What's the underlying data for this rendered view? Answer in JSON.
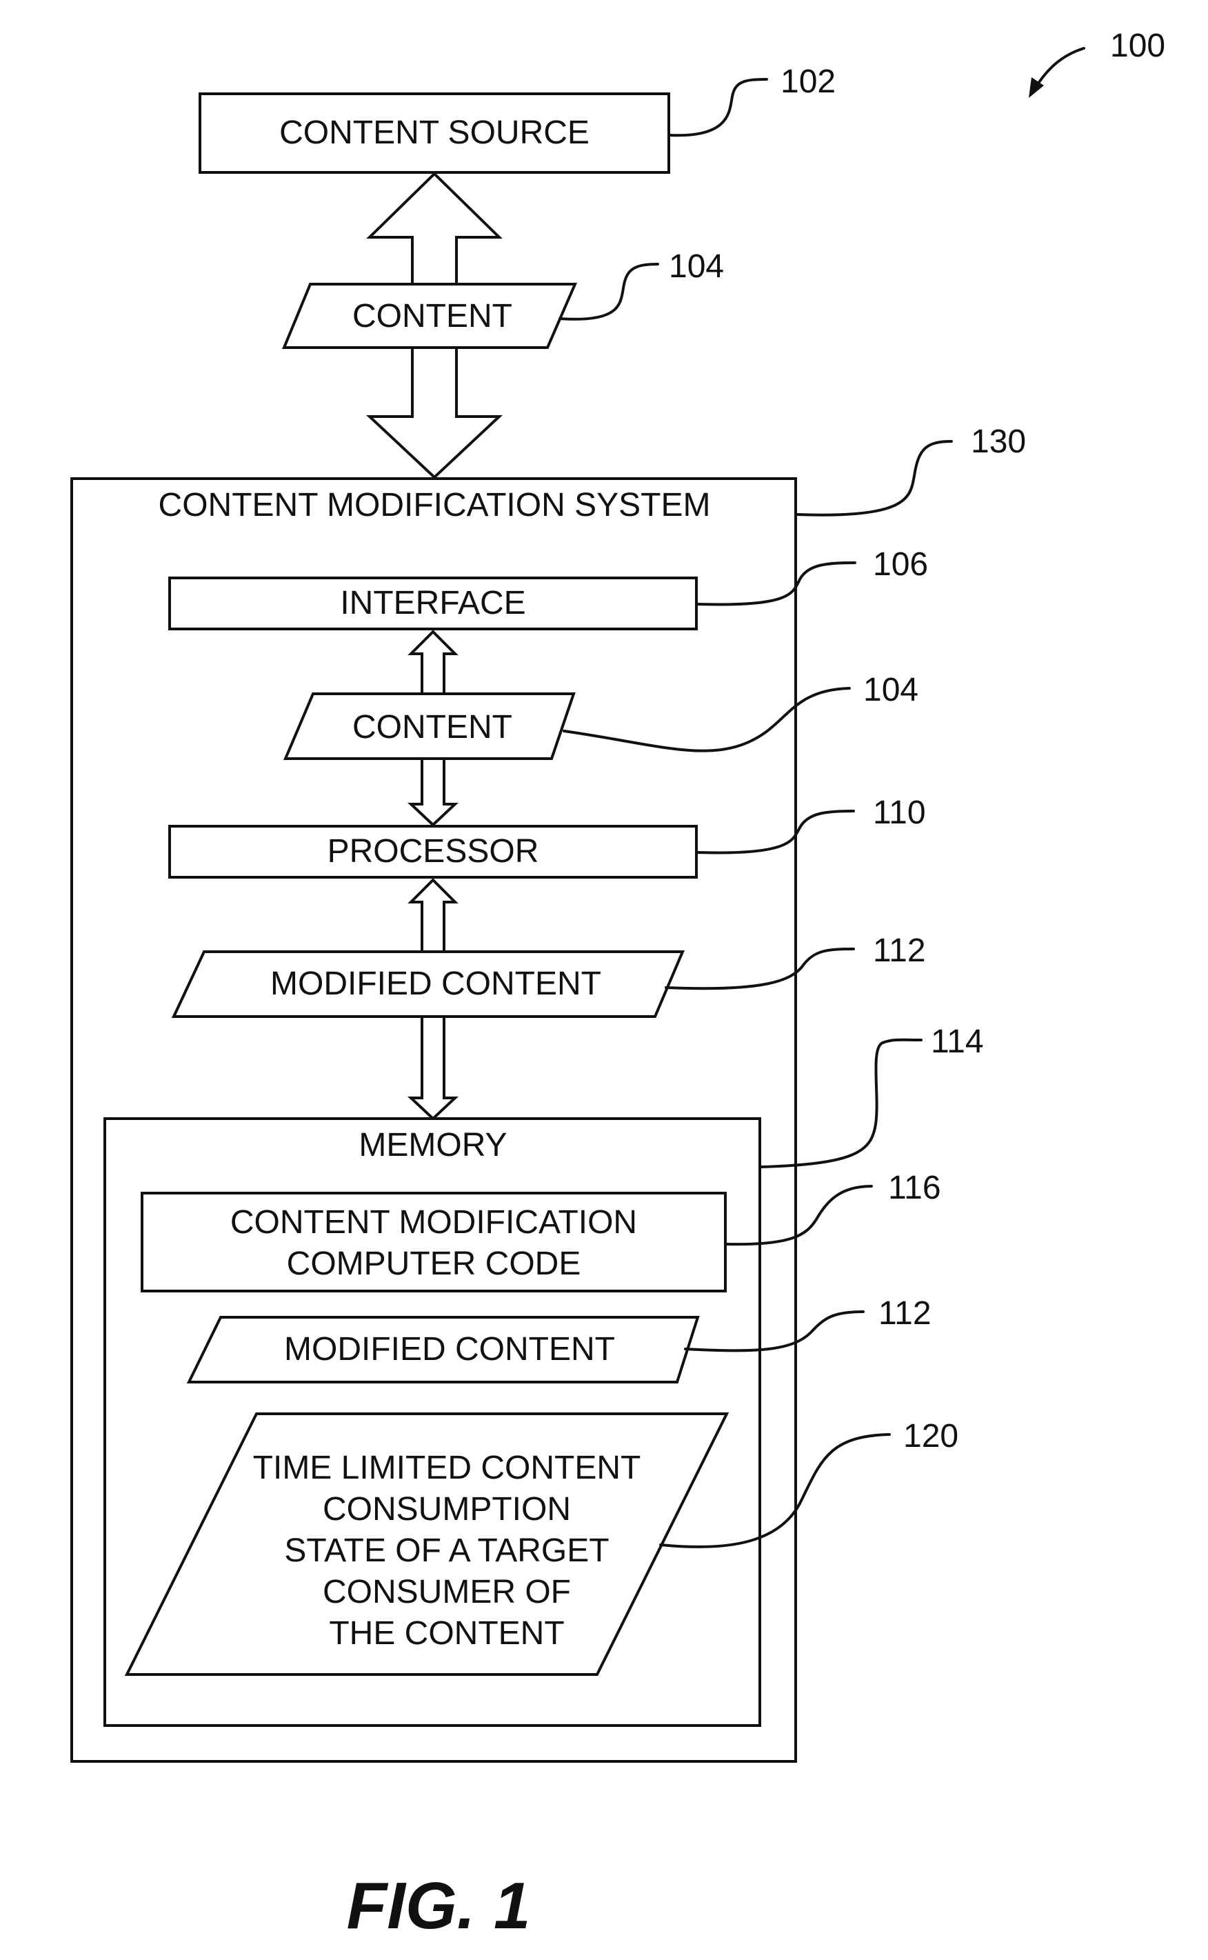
{
  "figure": {
    "title": "FIG. 1",
    "system_ref": "100"
  },
  "nodes": {
    "content_source": {
      "label": "CONTENT SOURCE",
      "ref": "102"
    },
    "content_top": {
      "label": "CONTENT",
      "ref": "104"
    },
    "system": {
      "label": "CONTENT MODIFICATION SYSTEM",
      "ref": "130"
    },
    "interface": {
      "label": "INTERFACE",
      "ref": "106"
    },
    "content_inner": {
      "label": "CONTENT",
      "ref": "104"
    },
    "processor": {
      "label": "PROCESSOR",
      "ref": "110"
    },
    "modified_content_1": {
      "label": "MODIFIED CONTENT",
      "ref": "112"
    },
    "memory": {
      "label": "MEMORY",
      "ref": "114"
    },
    "code": {
      "lines": [
        "CONTENT MODIFICATION",
        "COMPUTER CODE"
      ],
      "ref": "116"
    },
    "modified_content_2": {
      "label": "MODIFIED CONTENT",
      "ref": "112"
    },
    "time_limited": {
      "lines": [
        "TIME LIMITED CONTENT",
        "CONSUMPTION",
        "STATE OF A TARGET",
        "CONSUMER OF",
        "THE CONTENT"
      ],
      "ref": "120"
    }
  }
}
